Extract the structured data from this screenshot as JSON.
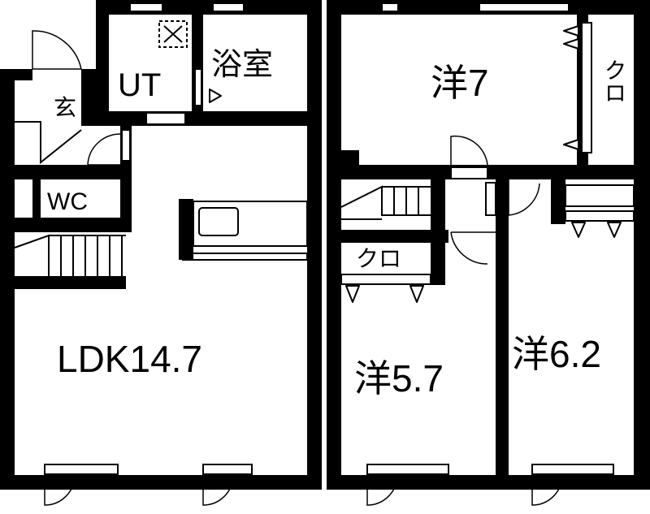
{
  "floor_plan": {
    "rooms": {
      "ut": "UT",
      "bath": "浴室",
      "entrance": "玄",
      "wc": "WC",
      "ldk": "LDK14.7",
      "western_7": "洋7",
      "western_5_7": "洋5.7",
      "western_6_2": "洋6.2",
      "closet_a": "クロ",
      "closet_b": "クロ"
    },
    "colors": {
      "wall": "#000000",
      "background": "#ffffff"
    }
  }
}
